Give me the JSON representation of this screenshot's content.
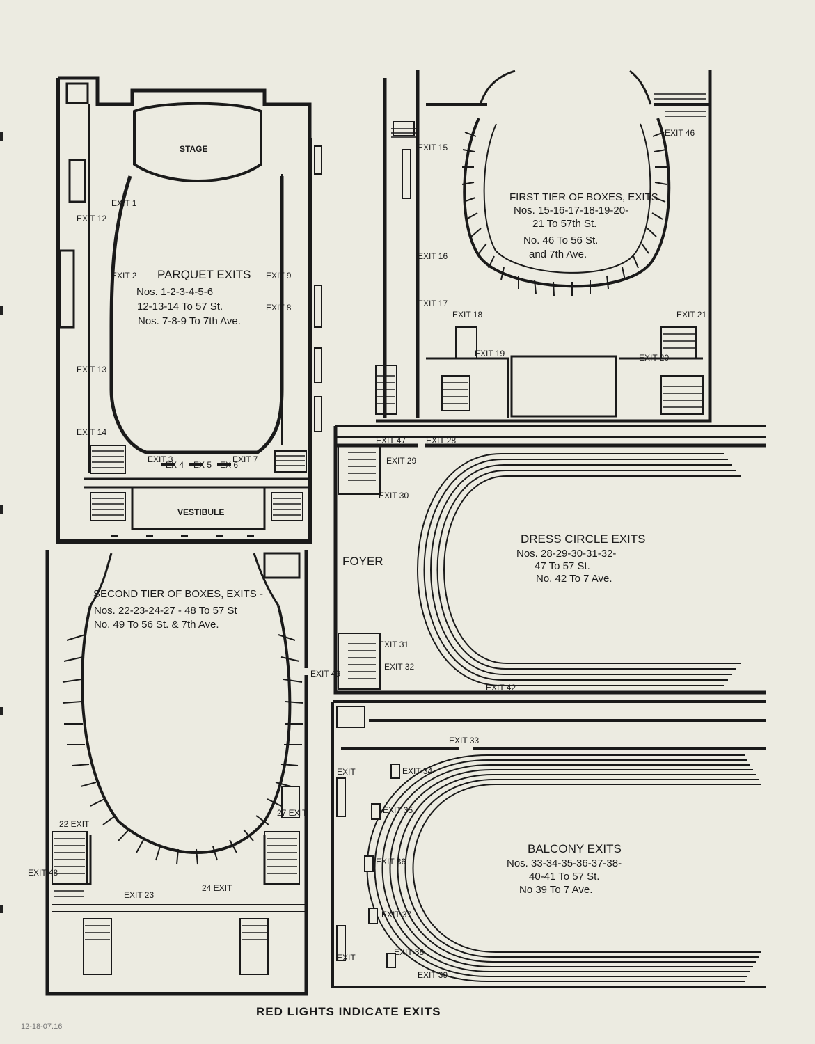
{
  "footer": {
    "caption": "RED LIGHTS INDICATE EXITS",
    "handwritten_note": "12-18-07.16"
  },
  "parquet": {
    "stage": "STAGE",
    "vestibule": "VESTIBULE",
    "title": "PARQUET EXITS",
    "lines": [
      "Nos. 1-2-3-4-5-6",
      "12-13-14 To 57 St.",
      "Nos. 7-8-9 To 7th Ave."
    ],
    "exits": [
      "EXIT 1",
      "EXIT 2",
      "EXIT 3",
      "EX 4",
      "EX 5",
      "EX 6",
      "EXIT 7",
      "EXIT 8",
      "EXIT 9",
      "EXIT 12",
      "EXIT 13",
      "EXIT 14"
    ]
  },
  "first_tier": {
    "title": "FIRST TIER OF BOXES, EXITS",
    "lines": [
      "Nos. 15-16-17-18-19-20-",
      "21 To 57th St.",
      "No. 46 To 56 St.",
      "and 7th Ave."
    ],
    "exits": [
      "EXIT 15",
      "EXIT 16",
      "EXIT 17",
      "EXIT 18",
      "EXIT 19",
      "EXIT 20",
      "EXIT 21",
      "EXIT 46"
    ]
  },
  "dress_circle": {
    "foyer": "FOYER",
    "title": "DRESS CIRCLE EXITS",
    "lines": [
      "Nos. 28-29-30-31-32-",
      "47 To 57 St.",
      "No. 42 To 7 Ave."
    ],
    "exits": [
      "EXIT 47",
      "EXIT 28",
      "EXIT 29",
      "EXIT 30",
      "EXIT 31",
      "EXIT 32",
      "EXIT 42"
    ]
  },
  "second_tier": {
    "title": "SECOND TIER OF BOXES, EXITS -",
    "lines": [
      "Nos. 22-23-24-27 - 48 To 57 St",
      "No. 49 To 56 St. & 7th Ave."
    ],
    "exits": [
      "22 EXIT",
      "27 EXIT",
      "EXIT 48",
      "EXIT 23",
      "24 EXIT",
      "EXIT 49"
    ]
  },
  "balcony": {
    "title": "BALCONY EXITS",
    "lines": [
      "Nos. 33-34-35-36-37-38-",
      "40-41 To 57 St.",
      "No 39 To 7 Ave."
    ],
    "exits": [
      "EXIT 33",
      "EXIT 34",
      "EXIT 35",
      "EXIT 36",
      "EXIT 37",
      "EXIT 38",
      "EXIT 39",
      "EXIT",
      "EXIT"
    ]
  }
}
